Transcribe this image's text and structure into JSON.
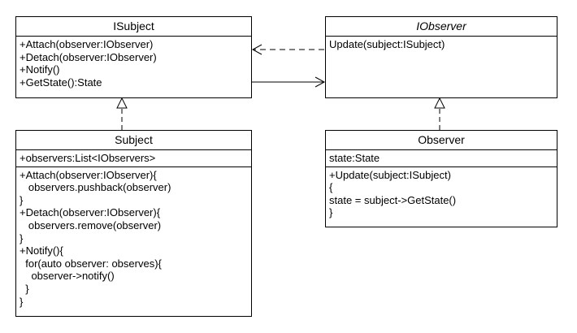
{
  "classes": {
    "isubject": {
      "name": "ISubject",
      "operations": [
        "+Attach(observer:IObserver)",
        "+Detach(observer:IObserver)",
        "+Notify()",
        "+GetState():State"
      ]
    },
    "iobserver": {
      "name": "IObserver",
      "operations": [
        "Update(subject:ISubject)"
      ]
    },
    "subject": {
      "name": "Subject",
      "attributes": [
        "+observers:List<IObservers>"
      ],
      "operations": [
        "+Attach(observer:IObserver){",
        "   observers.pushback(observer)",
        "}",
        "+Detach(observer:IObserver){",
        "   observers.remove(observer)",
        "}",
        "+Notify(){",
        "  for(auto observer: observes){",
        "    observer->notify()",
        "  }",
        "}"
      ]
    },
    "observer": {
      "name": "Observer",
      "attributes": [
        "state:State"
      ],
      "operations": [
        "+Update(subject:ISubject)",
        "{",
        "state = subject->GetState()",
        "}"
      ]
    }
  },
  "relations": [
    {
      "from": "Subject",
      "to": "ISubject",
      "kind": "realization"
    },
    {
      "from": "Observer",
      "to": "IObserver",
      "kind": "realization"
    },
    {
      "from": "IObserver",
      "to": "ISubject",
      "kind": "dependency"
    },
    {
      "from": "ISubject",
      "to": "IObserver",
      "kind": "association"
    }
  ]
}
